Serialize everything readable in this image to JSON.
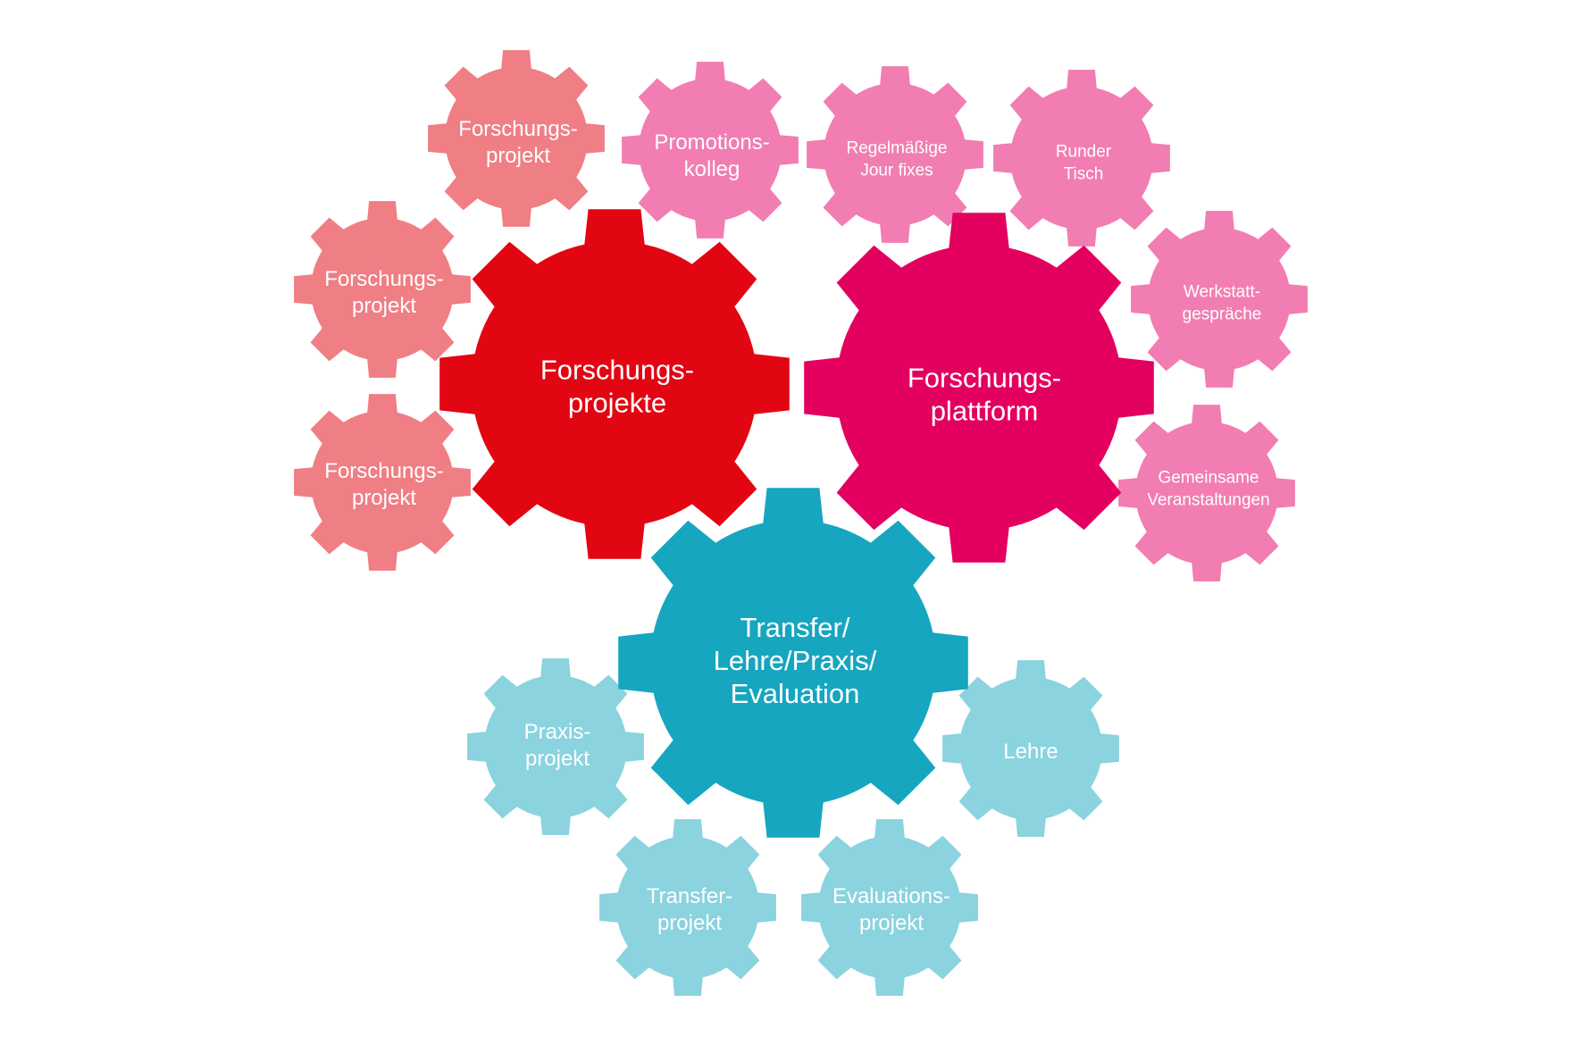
{
  "colors": {
    "red": "#e20613",
    "magenta": "#e4005f",
    "teal": "#16a6c0",
    "salmon": "#f07e85",
    "pink": "#f27db2",
    "light_teal": "#8ad3df"
  },
  "main_gears": {
    "forschungsprojekte": [
      "Forschungs-",
      "projekte"
    ],
    "forschungsplattform": [
      "Forschungs-",
      "plattform"
    ],
    "transfer": [
      "Transfer/",
      "Lehre/Praxis/",
      "Evaluation"
    ]
  },
  "satellite_gears": {
    "forschungsprojekt_top": [
      "Forschungs-",
      "projekt"
    ],
    "forschungsprojekt_mid": [
      "Forschungs-",
      "projekt"
    ],
    "forschungsprojekt_bottom": [
      "Forschungs-",
      "projekt"
    ],
    "promotionskolleg": [
      "Promotions-",
      "kolleg"
    ],
    "jour_fixes": [
      "Regelmäßige",
      "Jour fixes"
    ],
    "runder_tisch": [
      "Runder",
      "Tisch"
    ],
    "werkstattgespraeche": [
      "Werkstatt-",
      "gespräche"
    ],
    "gemeinsame_veranstaltungen": [
      "Gemeinsame",
      "Veranstaltungen"
    ],
    "praxisprojekt": [
      "Praxis-",
      "projekt"
    ],
    "lehre": [
      "Lehre"
    ],
    "transferprojekt": [
      "Transfer-",
      "projekt"
    ],
    "evaluationsprojekt": [
      "Evaluations-",
      "projekt"
    ]
  }
}
